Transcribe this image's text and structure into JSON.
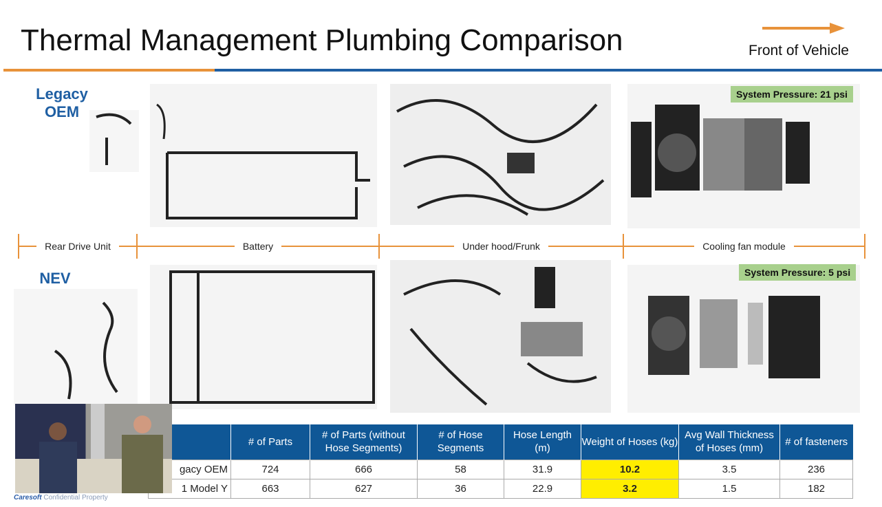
{
  "title": "Thermal Management Plumbing Comparison",
  "front_label": "Front of Vehicle",
  "rows": {
    "legacy": "Legacy OEM",
    "nev": "NEV"
  },
  "pressure": {
    "legacy": "System Pressure: 21 psi",
    "nev": "System Pressure: 5 psi"
  },
  "sections": [
    "Rear Drive Unit",
    "Battery",
    "Under hood/Frunk",
    "Cooling fan module"
  ],
  "table": {
    "headers": [
      "",
      "# of Parts",
      "# of Parts (without Hose Segments)",
      "# of Hose Segments",
      "Hose Length (m)",
      "Weight of Hoses (kg)",
      "Avg Wall Thickness of Hoses (mm)",
      "# of fasteners"
    ],
    "rows": [
      [
        "gacy OEM",
        "724",
        "666",
        "58",
        "31.9",
        "10.2",
        "3.5",
        "236"
      ],
      [
        "1 Model Y",
        "663",
        "627",
        "36",
        "22.9",
        "3.2",
        "1.5",
        "182"
      ]
    ]
  },
  "colors": {
    "orange": "#e8923a",
    "blue": "#0f5796",
    "highlight": "#ffee00",
    "pressure_bg": "#a8d08d"
  },
  "watermark": {
    "brand": "Caresoft",
    "text": "Confidential Property"
  }
}
